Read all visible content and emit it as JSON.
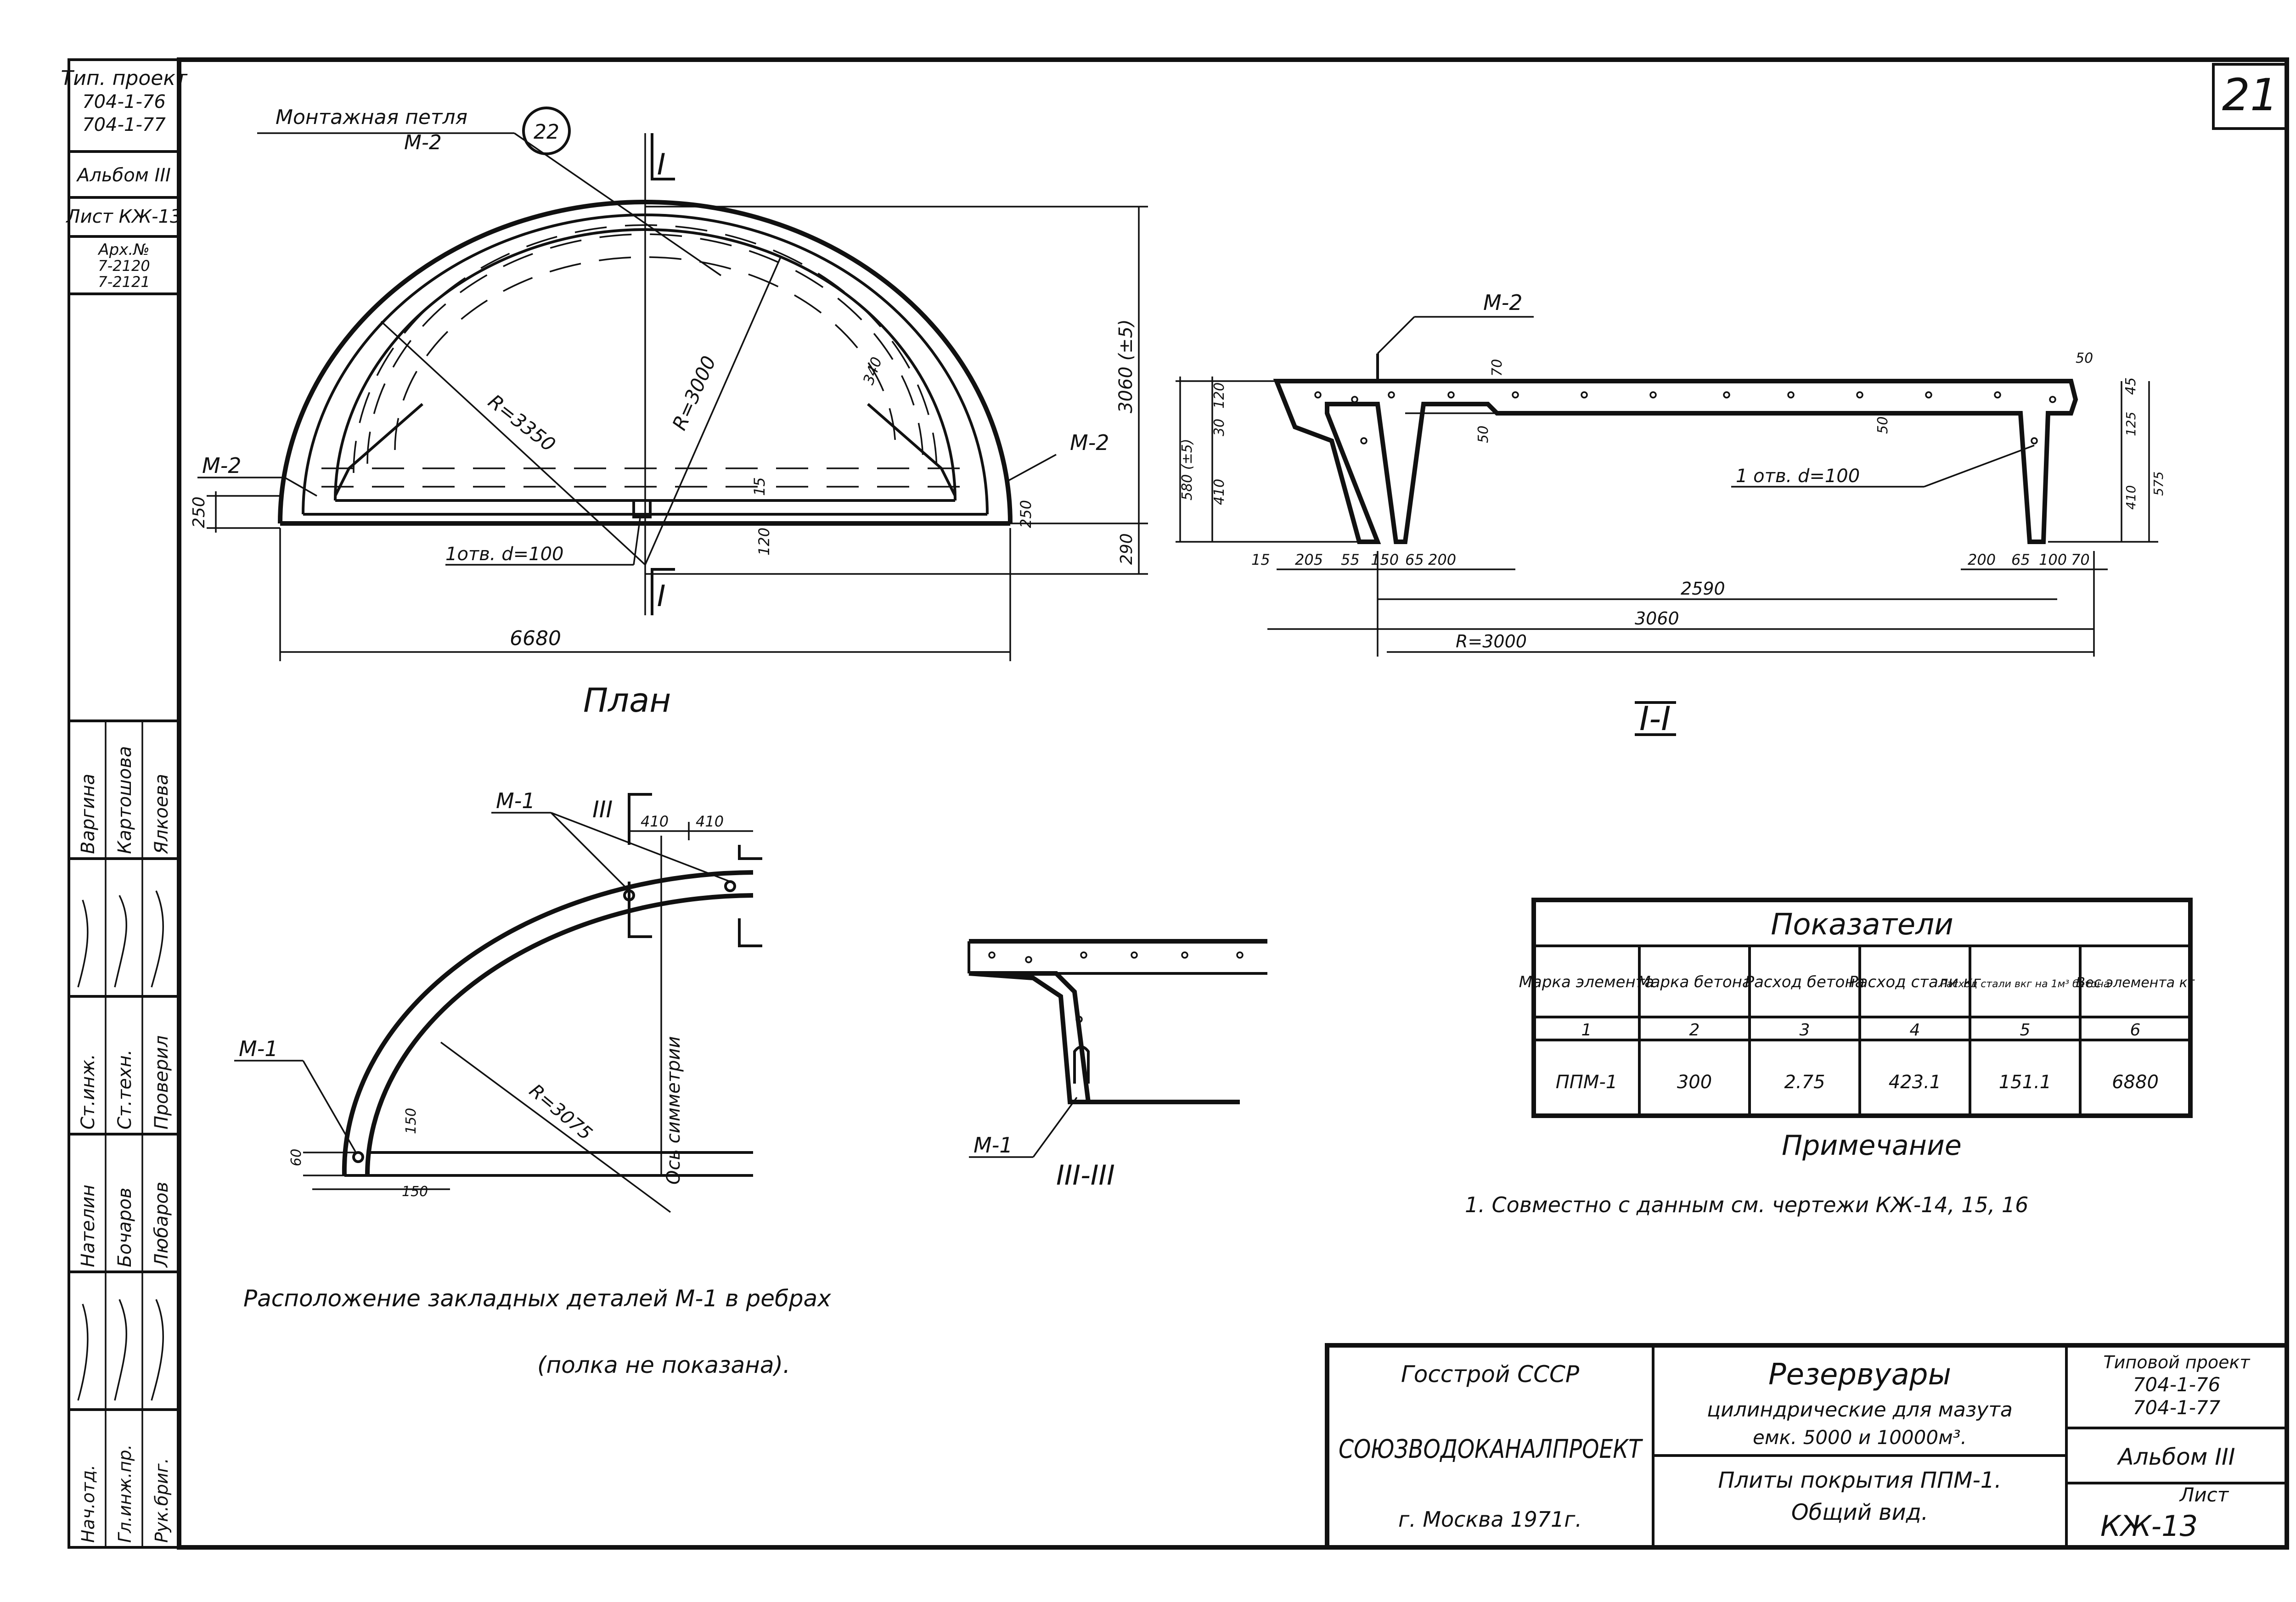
{
  "sheet_number": "21",
  "stamp_left": {
    "tip_proekt_label": "Тип. проект",
    "proekt_1": "704-1-76",
    "proekt_2": "704-1-77",
    "album": "Альбом III",
    "list": "Лист КЖ-13",
    "arch_label": "Арх.№",
    "arch_1": "7-2120",
    "arch_2": "7-2121"
  },
  "plan": {
    "title": "План",
    "loop_label": "Монтажная петля",
    "loop_mark": "М-2",
    "bubble": "22",
    "m2_left": "М-2",
    "m2_right": "М-2",
    "r_outer": "R=3350",
    "r_inner": "R=3000",
    "hole": "1отв. d=100",
    "sec_mark_top": "I",
    "sec_mark_bottom": "I",
    "dim_width": "6680",
    "dim_height": "3060 (±5)",
    "dim_250_left": "250",
    "dim_250_right": "250",
    "dim_290": "290",
    "dim_120": "120",
    "dim_15": "15",
    "dim_340": "340"
  },
  "section_1": {
    "title": "I-I",
    "m2": "М-2",
    "hole": "1 отв. d=100",
    "dims_top": [
      "70",
      "50",
      "45"
    ],
    "dims_left": [
      "120",
      "30",
      "580 (±5)",
      "410"
    ],
    "dims_right": [
      "125",
      "410",
      "575"
    ],
    "dims_mid": [
      "50",
      "50"
    ],
    "dims_bottom_left": [
      "15",
      "205",
      "55",
      "150",
      "65",
      "200"
    ],
    "dims_bottom_right": [
      "200",
      "65",
      "100",
      "70"
    ],
    "dim_2590": "2590",
    "dim_3060": "3060",
    "dim_r": "R=3000"
  },
  "ribs": {
    "title_line1": "Расположение закладных деталей М-1 в ребрах",
    "title_line2": "(полка не показана).",
    "m1_top": "М-1",
    "m1_left": "М-1",
    "sec_mark": "III",
    "dim_410_a": "410",
    "dim_410_b": "410",
    "radius": "R=3075",
    "axis": "Ось симметрии",
    "dim_150_a": "150",
    "dim_150_b": "150",
    "dim_60": "60"
  },
  "section_3": {
    "title": "III-III",
    "m1": "М-1"
  },
  "indicators": {
    "title": "Показатели",
    "headers": [
      "Марка элемента",
      "Марка бетона",
      "Расход бетона",
      "Расход стали кг",
      "Расход стали вкг на 1м³ бетона",
      "Вес элемента кг"
    ],
    "numbers": [
      "1",
      "2",
      "3",
      "4",
      "5",
      "6"
    ],
    "row": [
      "ППМ-1",
      "300",
      "2.75",
      "423.1",
      "151.1",
      "6880"
    ]
  },
  "note": {
    "title": "Примечание",
    "text": "1. Совместно с данным см. чертежи КЖ-14, 15, 16"
  },
  "side_names": {
    "rows": [
      [
        "Варгина",
        "Картошова",
        "Ялкоева"
      ],
      [
        "Ст.инж.",
        "Ст.техн.",
        "Проверил"
      ],
      [
        "Нателин",
        "Бочаров",
        "Любаров"
      ],
      [
        "Нач.отд.",
        "Гл.инж.пр.",
        "Рук.бриг."
      ]
    ]
  },
  "title_block": {
    "org1": "Госстрой СССР",
    "org2": "СОЮЗВОДОКАНАЛПРОЕКТ",
    "city": "г. Москва 1971г.",
    "project_name_1": "Резервуары",
    "project_name_2": "цилиндрические для мазута",
    "project_name_3": "емк. 5000 и 10000м³.",
    "sheet_desc_1": "Плиты покрытия ППМ-1.",
    "sheet_desc_2": "Общий вид.",
    "tip_label": "Типовой проект",
    "tip_1": "704-1-76",
    "tip_2": "704-1-77",
    "album": "Альбом III",
    "list_label": "Лист",
    "list_value": "КЖ-13"
  }
}
